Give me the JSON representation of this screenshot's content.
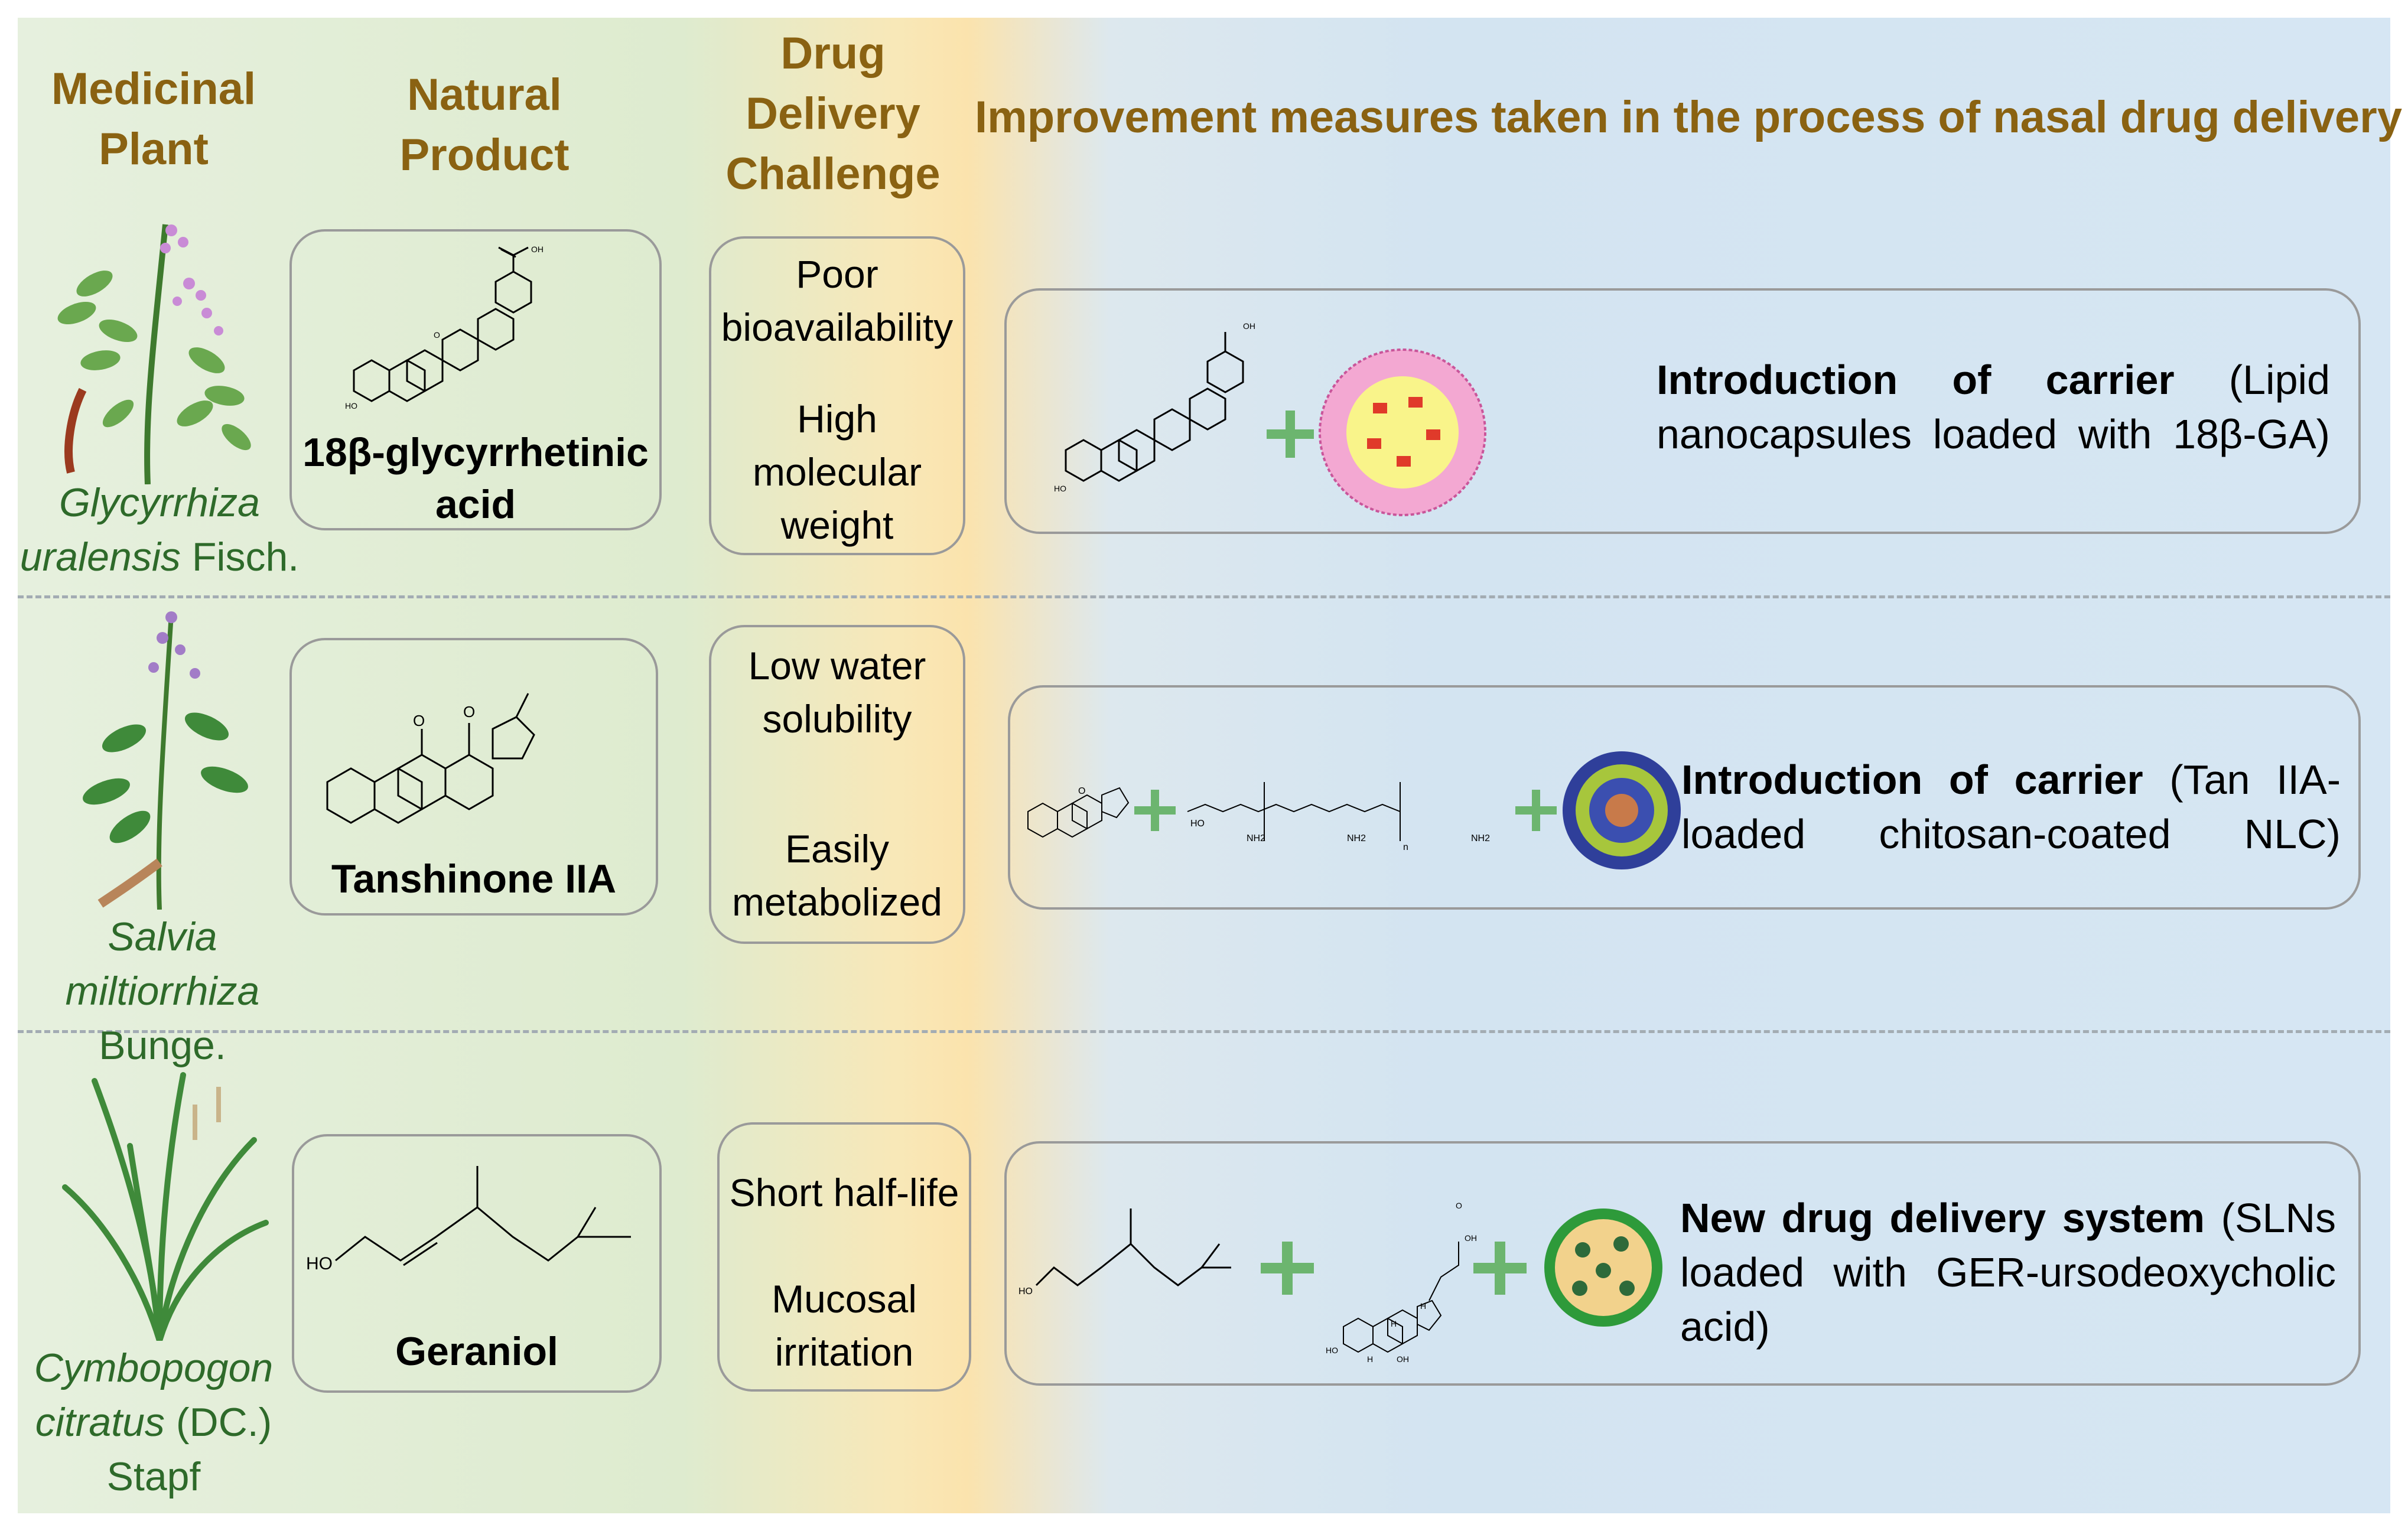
{
  "headers": {
    "plant": [
      "Medicinal",
      "Plant"
    ],
    "product": [
      "Natural",
      "Product"
    ],
    "challenge": [
      "Drug",
      "Delivery",
      "Challenge"
    ],
    "improvement": "Improvement measures taken in the process of nasal drug delivery"
  },
  "rows": [
    {
      "plant_genus": "Glycyrrhiza",
      "plant_species": "uralensis",
      "plant_author": " Fisch.",
      "product": [
        "18β-glycyrrhetinic",
        "acid"
      ],
      "challenges": [
        [
          "Poor",
          "bioavailability"
        ],
        [
          "High",
          "molecular",
          "weight"
        ]
      ],
      "measure_title": "Introduction of carrier",
      "measure_detail": " (Lipid nanocapsules loaded with 18β-GA)"
    },
    {
      "plant_genus": "Salvia miltiorrhiza",
      "plant_author": "Bunge.",
      "product": [
        "Tanshinone IIA"
      ],
      "challenges": [
        [
          "Low water",
          "solubility"
        ],
        [
          "Easily",
          "metabolized"
        ]
      ],
      "measure_title": "Introduction of carrier",
      "measure_detail": " (Tan IIA-loaded chitosan-coated NLC)"
    },
    {
      "plant_genus": "Cymbopogon",
      "plant_species": "citratus",
      "plant_author": " (DC.)",
      "plant_author2": "Stapf",
      "product": [
        "Geraniol"
      ],
      "challenges": [
        [
          "Short half-life"
        ],
        [
          "Mucosal",
          "irritation"
        ]
      ],
      "measure_title": "New drug delivery system",
      "measure_detail": " (SLNs loaded with GER-ursodeoxycholic acid)"
    }
  ],
  "structure_labels": {
    "ho": "HO",
    "oh": "OH",
    "o": "O",
    "nh2": "NH2",
    "n": "n",
    "h": "H"
  },
  "colors": {
    "header_text": "#8a6212",
    "plant_text": "#2e6a2a",
    "plus": "#6cb56f",
    "card_border": "#9a9a9a"
  }
}
